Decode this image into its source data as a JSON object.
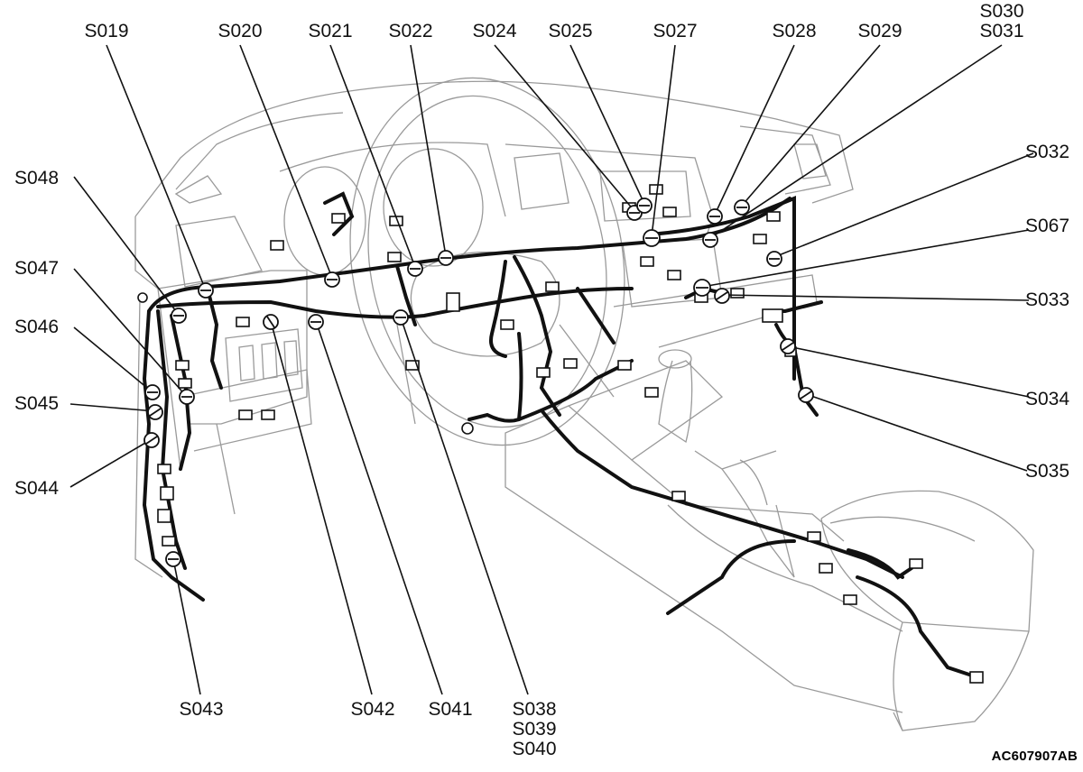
{
  "diagram": {
    "figure_id": "AC607907AB",
    "splices": {
      "S019": "S019",
      "S020": "S020",
      "S021": "S021",
      "S022": "S022",
      "S024": "S024",
      "S025": "S025",
      "S027": "S027",
      "S028": "S028",
      "S029": "S029",
      "S030_S031": "S030\nS031",
      "S032": "S032",
      "S067": "S067",
      "S033": "S033",
      "S034": "S034",
      "S035": "S035",
      "S048": "S048",
      "S047": "S047",
      "S046": "S046",
      "S045": "S045",
      "S044": "S044",
      "S043": "S043",
      "S042": "S042",
      "S041": "S041",
      "S038_S039_S040": "S038\nS039\nS040"
    }
  }
}
